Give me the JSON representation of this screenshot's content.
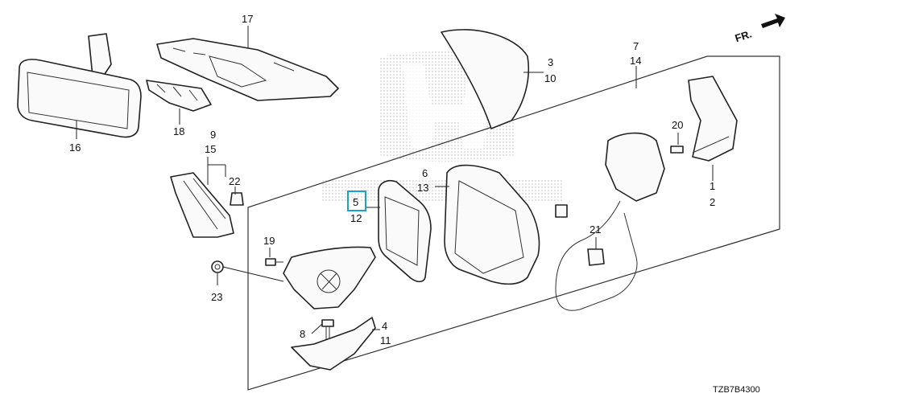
{
  "diagram": {
    "direction_label": "FR.",
    "diagram_code": "TZB7B4300",
    "callouts": {
      "c1": "1",
      "c2": "2",
      "c3": "3",
      "c4": "4",
      "c5": "5",
      "c6": "6",
      "c7": "7",
      "c8": "8",
      "c9": "9",
      "c10": "10",
      "c11": "11",
      "c12": "12",
      "c13": "13",
      "c14": "14",
      "c15": "15",
      "c16": "16",
      "c17": "17",
      "c18": "18",
      "c19": "19",
      "c20": "20",
      "c21": "21",
      "c22": "22",
      "c23": "23"
    },
    "highlighted_callout": "5",
    "highlight_color": "#1aa3c8",
    "watermark": "honda-logo"
  }
}
